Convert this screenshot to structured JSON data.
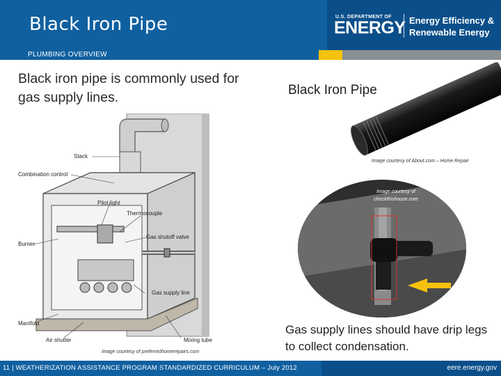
{
  "header": {
    "title": "Black Iron Pipe",
    "logo_doe": "U.S. DEPARTMENT OF",
    "logo_energy": "ENERGY",
    "logo_ee_line1": "Energy Efficiency &",
    "logo_ee_line2": "Renewable Energy",
    "section": "PLUMBING OVERVIEW"
  },
  "content": {
    "main_text": "Black iron pipe is commonly used for gas supply lines.",
    "pipe_label": "Black Iron Pipe",
    "pipe_credit": "Image courtesy of About.com – Home Repair",
    "drip_credit_line1": "Image courtesy of",
    "drip_credit_line2": "checkthishouse.com",
    "drip_text": "Gas supply lines should have drip legs to collect condensation.",
    "furnace_credit": "Image courtesy of preferredhomerepairs.com"
  },
  "furnace_labels": {
    "stack": "Stack",
    "combination_control": "Combination control",
    "pilot_light": "Pilot light",
    "thermocouple": "Thermocouple",
    "burner": "Burner",
    "gas_shutoff_valve": "Gas shutoff valve",
    "gas_supply_line": "Gas supply line",
    "manifold": "Manifold",
    "air_shutter": "Air shutter",
    "mixing_tube": "Mixing tube"
  },
  "footer": {
    "text": "11 | WEATHERIZATION ASSISTANCE PROGRAM STANDARDIZED CURRICULUM – July 2012",
    "url": "eere.energy.gov"
  },
  "colors": {
    "header_blue": "#1060a0",
    "header_dark": "#0b4f8a",
    "accent_yellow": "#f6c20e",
    "accent_gray": "#8a8f94"
  }
}
